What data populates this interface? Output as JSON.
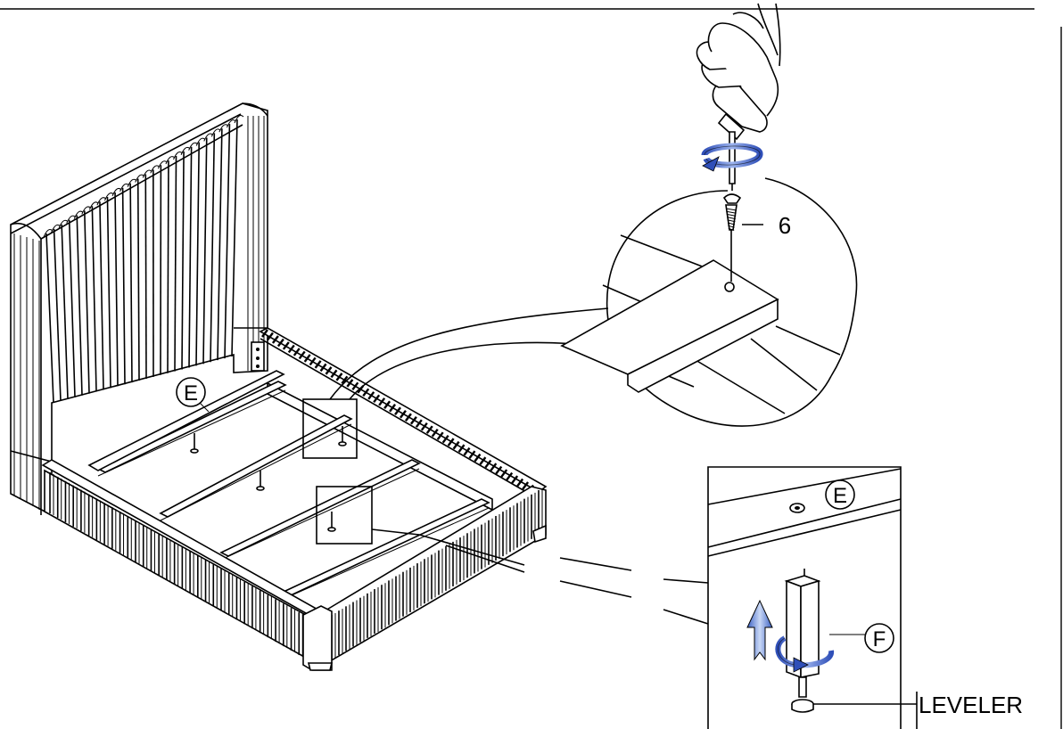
{
  "labels": {
    "slat_callout": "E",
    "detail_slat": "E",
    "screw_callout": "6",
    "leg_callout": "F",
    "leveler": "LEVELER"
  },
  "colors": {
    "line": "#000000",
    "background": "#ffffff",
    "rotation_arrow": "#4a66c9",
    "lift_arrow": "#6a8fd6"
  },
  "icons": {
    "screwdriver": "screwdriver-hand-icon",
    "rotate": "rotate-arrow-icon",
    "lift": "up-arrow-icon"
  }
}
